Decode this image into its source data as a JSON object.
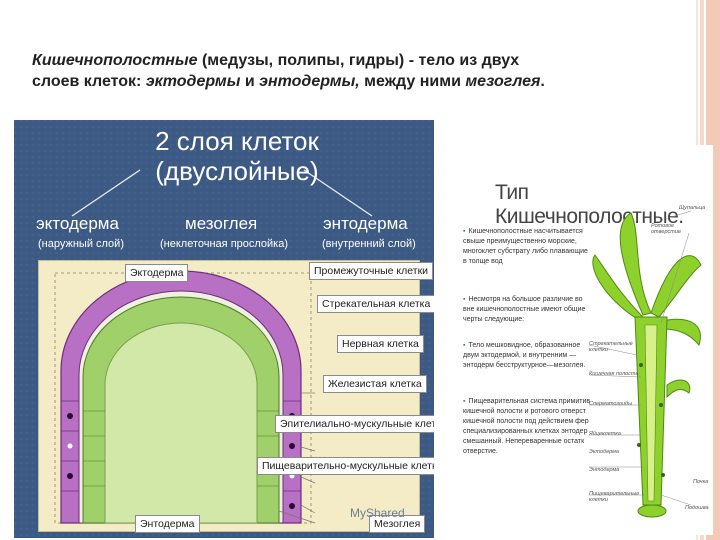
{
  "intro": {
    "p1_italic": "Кишечнополостные",
    "p1_rest": " (медузы, полипы, гидры) - тело из двух слоев клеток: ",
    "p1_ecto": "эктодермы",
    "p1_and": " и ",
    "p1_endo": "энтодермы,",
    "p1_between": " между ними ",
    "p1_meso": "мезоглея",
    "p1_end": "."
  },
  "left_diagram": {
    "title_line1": "2 слоя клеток",
    "title_line2": "(двуслойные)",
    "ecto_label": "эктодерма",
    "ecto_sub": "(наружный слой)",
    "meso_label": "мезоглея",
    "meso_sub": "(неклеточная прослойка)",
    "endo_label": "энтодерма",
    "endo_sub": "(внутренний слой)",
    "top_tag": "Эктодерма",
    "bottom_tag": "Энтодерма",
    "annotations": [
      "Промежуточные клетки",
      "Стрекательная клетка",
      "Нервная клетка",
      "Железистая клетка",
      "Эпителиально-мускульные клетки",
      "Пищеварительно-мускульные клетки",
      "Мезоглея"
    ],
    "watermark": "MyShared"
  },
  "right_panel": {
    "title": "Тип Кишечнополостные.",
    "paragraphs": [
      "Кишечнополостные насчитывается свыше преимущественно морские, многоклет субстрату либо плавающие в толще вод",
      "Несмотря на большое различие во вне кишечнополостные имеют общие черты следующие:",
      "Тело мешковидное, образованное двум эктодермой, и внутренним —энтодерм бесструктурное—мезоглея.",
      "Пищеварительная система примитив кишечной полости и ротового отверст кишечной полости под действием фер специализированных клетках энтодер смешанный. Непереваренные остатк отверстие."
    ],
    "fig_labels": [
      "Щупальца",
      "Ротовое отверстие",
      "Стрекательные клетки",
      "Кишечная полость",
      "Сперматозоиды",
      "Яйцеклетка",
      "Эктодерма",
      "Энтодерма",
      "Почка",
      "Пищеварительные клетки",
      "Подошва"
    ]
  },
  "colors": {
    "panel_bg": "#3d5a84",
    "diagram_bg": "#f4ecc6",
    "ectoderm_purple": "#b870c4",
    "endoderm_green": "#b6d88a",
    "gut_green": "#d2e8a8",
    "hydra_green": "#8fd12c",
    "stripe": "#f3c9b8"
  }
}
